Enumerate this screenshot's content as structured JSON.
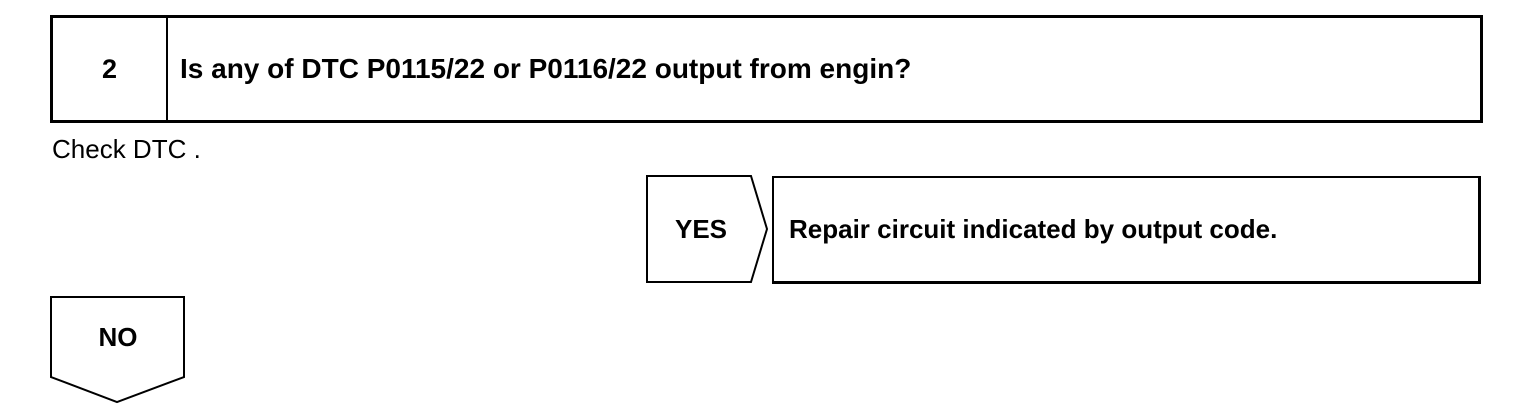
{
  "step": {
    "number": "2",
    "question": "Is any of DTC P0115/22 or P0116/22 output from engin?"
  },
  "instruction": "Check DTC .",
  "yes_branch": {
    "label": "YES",
    "result": "Repair circuit indicated by output code."
  },
  "no_branch": {
    "label": "NO"
  }
}
